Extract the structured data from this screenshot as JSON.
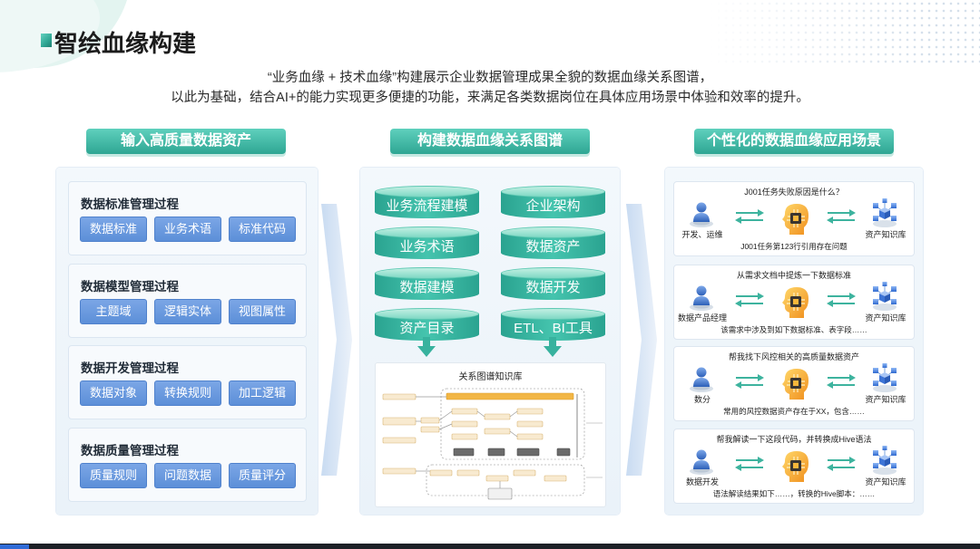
{
  "slide": {
    "title": "智绘血缘构建",
    "subtitle_lines": [
      "“业务血缘 + 技术血缘”构建展示企业数据管理成果全貌的数据血缘关系图谱，",
      "以此为基础，结合AI+的能力实现更多便捷的功能，来满足各类数据岗位在具体应用场景中体验和效率的提升。"
    ]
  },
  "colors": {
    "accent": "#2ea693",
    "accent_light": "#5fd0bd",
    "tag": "#5c8fd8",
    "tag_light": "#7ba6e6",
    "arrow": "#3db39e"
  },
  "icons": {
    "title_marker": "square-marker-icon",
    "user": "user-icon",
    "ai": "ai-brain-icon",
    "knowledge": "knowledge-base-icon",
    "exchange": "double-arrow-icon",
    "flow": "chevron-right-icon",
    "down": "arrow-down-icon"
  },
  "columns": {
    "input": {
      "header": "输入高质量数据资产",
      "groups": [
        {
          "title": "数据标准管理过程",
          "tags": [
            "数据标准",
            "业务术语",
            "标准代码"
          ]
        },
        {
          "title": "数据模型管理过程",
          "tags": [
            "主题域",
            "逻辑实体",
            "视图属性"
          ]
        },
        {
          "title": "数据开发管理过程",
          "tags": [
            "数据对象",
            "转换规则",
            "加工逻辑"
          ]
        },
        {
          "title": "数据质量管理过程",
          "tags": [
            "质量规则",
            "问题数据",
            "质量评分"
          ]
        }
      ]
    },
    "build": {
      "header": "构建数据血缘关系图谱",
      "business_stack": [
        "业务流程建模",
        "业务术语",
        "数据建模",
        "资产目录"
      ],
      "technical_stack": [
        "企业架构",
        "数据资产",
        "数据开发",
        "ETL、BI工具"
      ],
      "knowledge_base_title": "关系图谱知识库"
    },
    "scenarios": {
      "header": "个性化的数据血缘应用场景",
      "cards": [
        {
          "question": "J001任务失败原因是什么？",
          "role": "开发、运维",
          "target": "资产知识库",
          "answer": "J001任务第123行引用存在问题"
        },
        {
          "question": "从需求文档中提炼一下数据标准",
          "role": "数据产品经理",
          "target": "资产知识库",
          "answer": "该需求中涉及到如下数据标准、表字段……"
        },
        {
          "question": "帮我找下风控相关的高质量数据资产",
          "role": "数分",
          "target": "资产知识库",
          "answer": "常用的风控数据资产存在于XX，包含……"
        },
        {
          "question": "帮我解读一下这段代码，并转换成Hive语法",
          "role": "数据开发",
          "target": "资产知识库",
          "answer": "语法解读结果如下……，转换的Hive脚本：……"
        }
      ]
    }
  }
}
